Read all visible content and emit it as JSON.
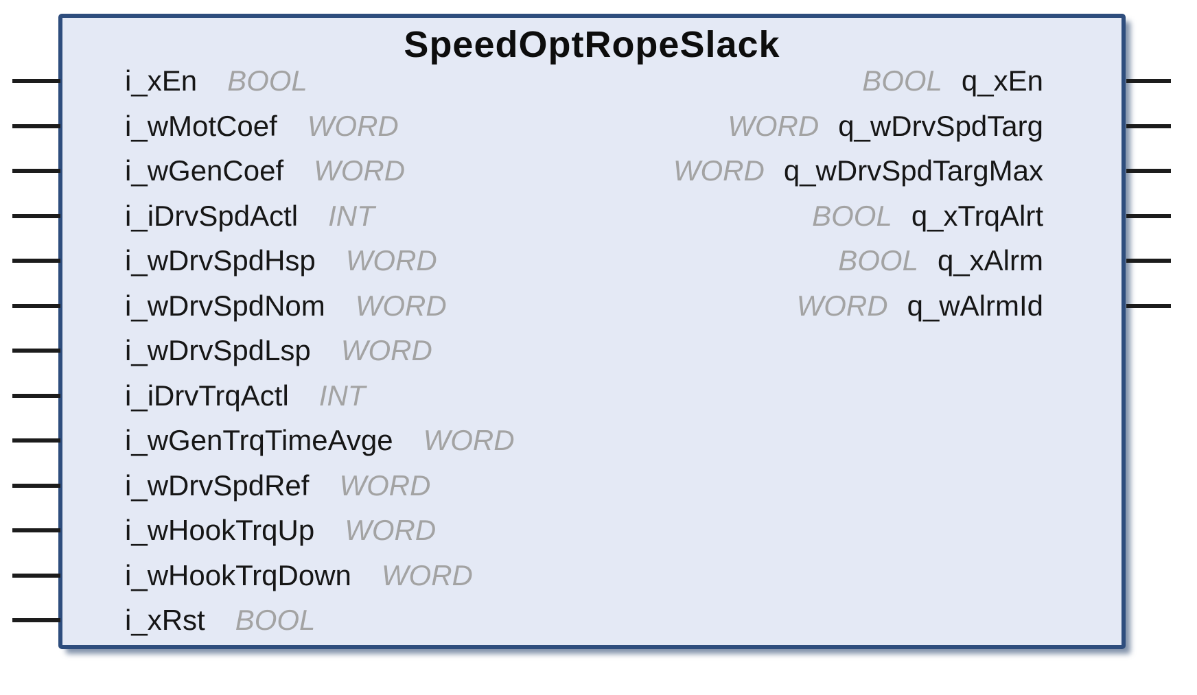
{
  "block": {
    "title": "SpeedOptRopeSlack",
    "inputs": [
      {
        "name": "i_xEn",
        "type": "BOOL"
      },
      {
        "name": "i_wMotCoef",
        "type": "WORD"
      },
      {
        "name": "i_wGenCoef",
        "type": "WORD"
      },
      {
        "name": "i_iDrvSpdActl",
        "type": "INT"
      },
      {
        "name": "i_wDrvSpdHsp",
        "type": "WORD"
      },
      {
        "name": "i_wDrvSpdNom",
        "type": "WORD"
      },
      {
        "name": "i_wDrvSpdLsp",
        "type": "WORD"
      },
      {
        "name": "i_iDrvTrqActl",
        "type": "INT"
      },
      {
        "name": "i_wGenTrqTimeAvge",
        "type": "WORD"
      },
      {
        "name": "i_wDrvSpdRef",
        "type": "WORD"
      },
      {
        "name": "i_wHookTrqUp",
        "type": "WORD"
      },
      {
        "name": "i_wHookTrqDown",
        "type": "WORD"
      },
      {
        "name": "i_xRst",
        "type": "BOOL"
      }
    ],
    "outputs": [
      {
        "type": "BOOL",
        "name": "q_xEn"
      },
      {
        "type": "WORD",
        "name": "q_wDrvSpdTarg"
      },
      {
        "type": "WORD",
        "name": "q_wDrvSpdTargMax"
      },
      {
        "type": "BOOL",
        "name": "q_xTrqAlrt"
      },
      {
        "type": "BOOL",
        "name": "q_xAlrm"
      },
      {
        "type": "WORD",
        "name": "q_wAlrmId"
      }
    ]
  },
  "colors": {
    "block_fill": "#e4e9f5",
    "block_border": "#2e4d7d",
    "pin_label": "#161616",
    "pin_type": "#a3a3a3",
    "connector": "#1c1c1c"
  }
}
